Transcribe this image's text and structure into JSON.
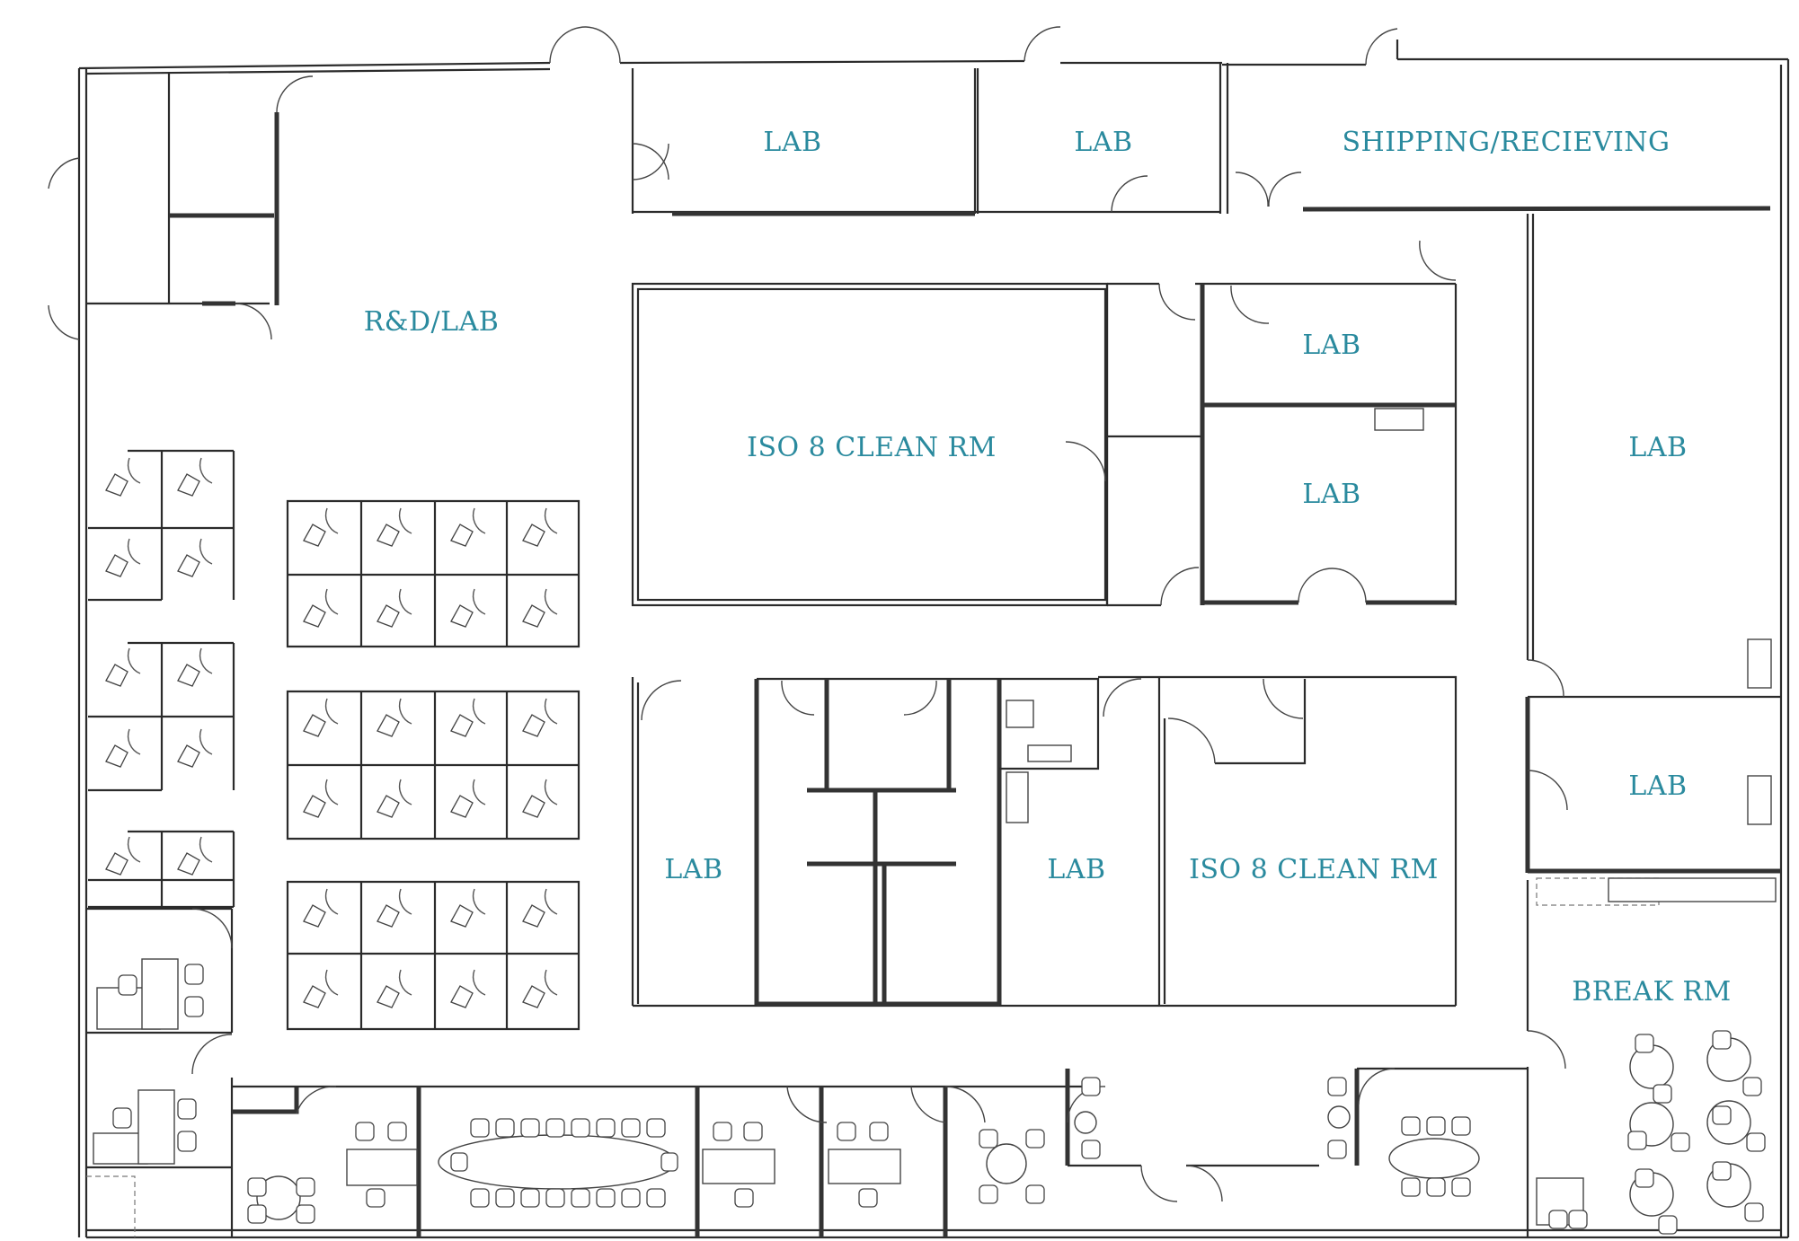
{
  "rooms": {
    "lab_top_1": "LAB",
    "lab_top_2": "LAB",
    "shipping": "SHIPPING/RECIEVING",
    "rnd_lab": "R&D/LAB",
    "iso_clean_top": "ISO 8 CLEAN RM",
    "lab_mid_upper": "LAB",
    "lab_mid_lower": "LAB",
    "lab_right_tall": "LAB",
    "lab_right_small": "LAB",
    "lab_bottom_left": "LAB",
    "lab_bottom_mid": "LAB",
    "iso_clean_bottom": "ISO 8 CLEAN RM",
    "break_room": "BREAK RM"
  },
  "colors": {
    "label": "#2a8a9e",
    "wall": "#2b2b2b"
  }
}
